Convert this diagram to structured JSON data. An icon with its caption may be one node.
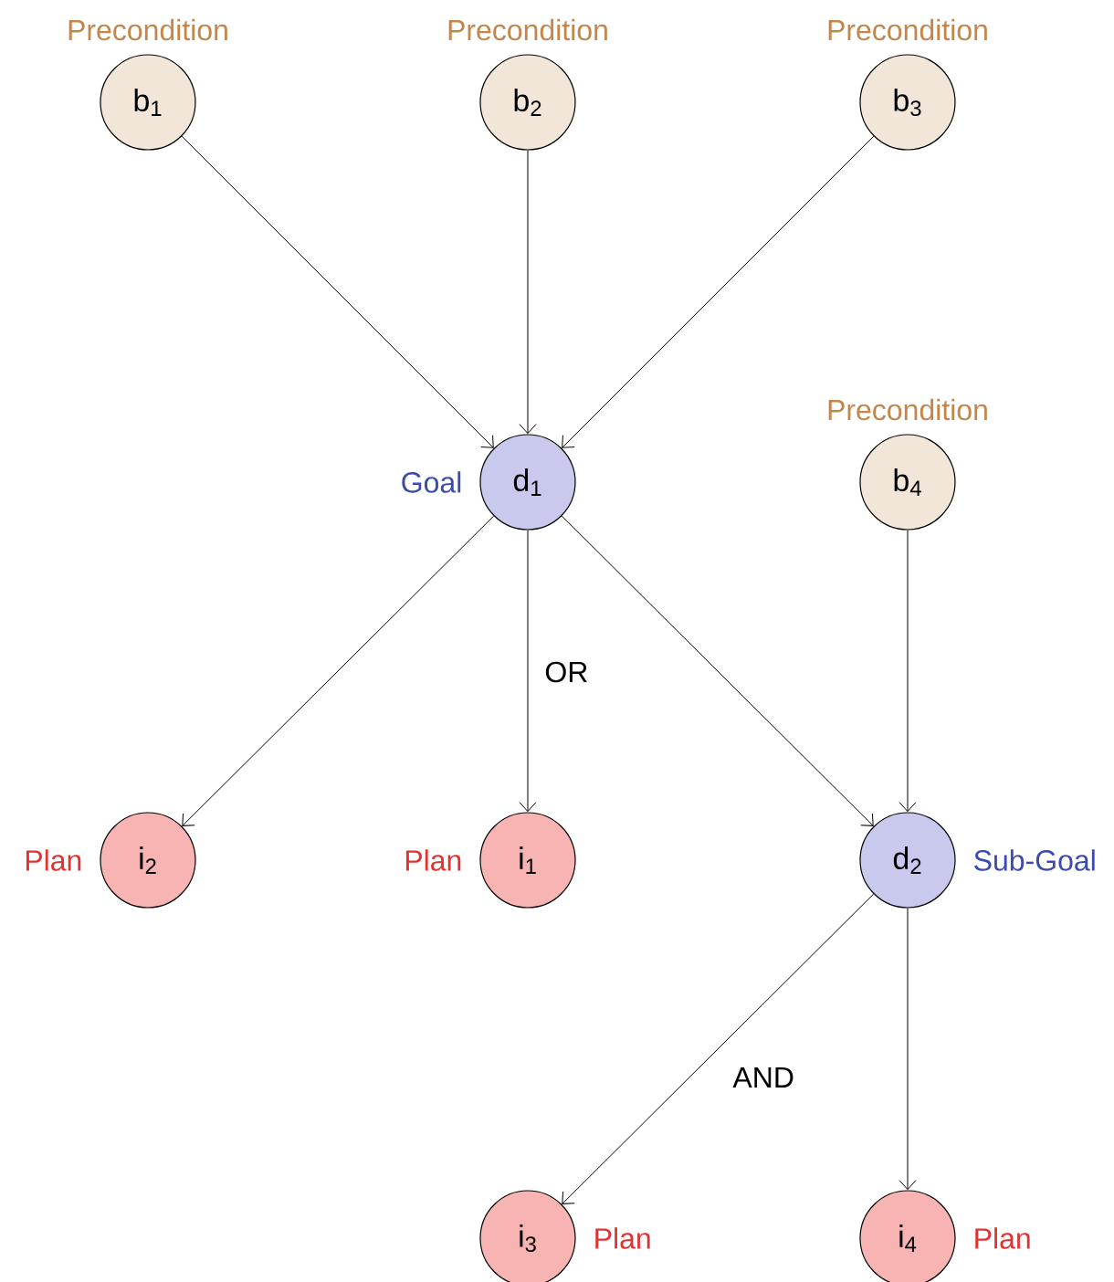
{
  "diagram": {
    "nodes": [
      {
        "text": [
          "b$_{1}$"
        ],
        "beside": [
          "Precondition"
        ]
      },
      {
        "text": [
          "b$_{2}$"
        ],
        "beside": [
          "Precondition"
        ]
      },
      {
        "text": [
          "b$_{3}$"
        ],
        "beside": [
          "Precondition"
        ]
      },
      {
        "text": [
          "d$_{1}$"
        ],
        "beside": [
          "Goal"
        ]
      },
      {
        "text": [
          "b$_{4}$"
        ],
        "beside": [
          "Precondition"
        ]
      },
      {
        "text": [
          "i$_{2}$"
        ],
        "beside": [
          "Plan"
        ]
      },
      {
        "text": [
          "i$_{1}$"
        ],
        "beside": [
          "Plan"
        ]
      },
      {
        "text": [
          "d$_{2}$"
        ],
        "beside": [
          "Sub-Goal"
        ]
      },
      {
        "text": [
          "i$_{3}$"
        ],
        "beside": [
          "Plan"
        ]
      },
      {
        "text": [
          "i$_{4}$"
        ],
        "beside": [
          "Plan"
        ]
      }
    ],
    "edges": [
      {
        "from": 0,
        "to": 3,
        "arrow": "to"
      },
      {
        "from": 1,
        "to": 3,
        "arrow": "to"
      },
      {
        "from": 2,
        "to": 3,
        "arrow": "to"
      },
      {
        "from": 3,
        "to": 5,
        "arrow": "to"
      },
      {
        "from": 3,
        "to": 6,
        "arrow": "to",
        "label": "OR"
      },
      {
        "from": 3,
        "to": 7,
        "arrow": "to"
      },
      {
        "from": 4,
        "to": 7,
        "arrow": "to"
      },
      {
        "from": 7,
        "to": 8,
        "arrow": "to",
        "label": "AND"
      },
      {
        "from": 7,
        "to": 9,
        "arrow": "to"
      }
    ]
  }
}
